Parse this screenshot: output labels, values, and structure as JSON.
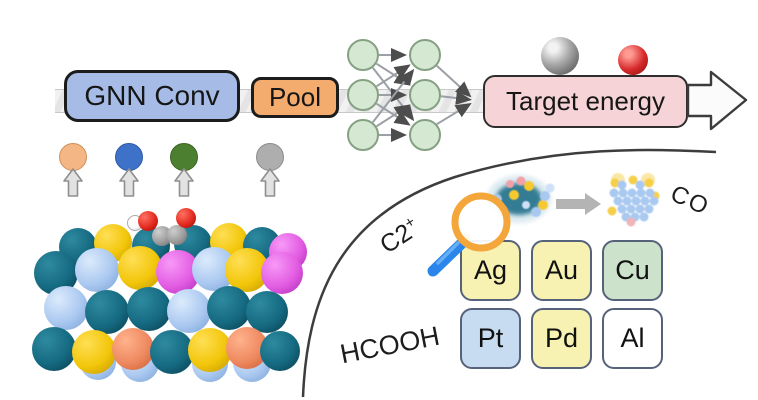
{
  "figure": {
    "pipeline": {
      "gnn_conv_label": "GNN Conv",
      "pool_label": "Pool",
      "target_energy_label": "Target energy"
    },
    "annotations": {
      "c2_base": "C2",
      "c2_sup": "+",
      "co": "CO",
      "hcooh": "HCOOH"
    },
    "element_grid": [
      [
        {
          "symbol": "Ag",
          "fill": "#f7f1b2"
        },
        {
          "symbol": "Au",
          "fill": "#f7f1b2"
        },
        {
          "symbol": "Cu",
          "fill": "#cde2ca"
        }
      ],
      [
        {
          "symbol": "Pt",
          "fill": "#c7dcf1"
        },
        {
          "symbol": "Pd",
          "fill": "#f7f1b2"
        },
        {
          "symbol": "Al",
          "fill": "#ffffff"
        }
      ]
    ],
    "graph_input_nodes": [
      {
        "name": "orange-node",
        "color": "#f5b685",
        "border": "#cd9158"
      },
      {
        "name": "blue-node",
        "color": "#3e72c9",
        "border": "#2d5ba8"
      },
      {
        "name": "green-node",
        "color": "#4c7f2f",
        "border": "#3a6424"
      },
      {
        "name": "gray-node",
        "color": "#aeaeae",
        "border": "#8c8c8c"
      }
    ],
    "slab": {
      "palette": {
        "teal": [
          "#2e8aa0",
          "#156a81",
          "#093f50"
        ],
        "lightblue": [
          "#dcebfc",
          "#aac8f0",
          "#7da4d8"
        ],
        "yellow": [
          "#ffdf55",
          "#f2c60a",
          "#c39a00"
        ],
        "magenta": [
          "#f899f8",
          "#e25ce2",
          "#b12eba"
        ],
        "orange": [
          "#ffb28c",
          "#ee8960",
          "#cf5f38"
        ],
        "gray": [
          "#cfcfcf",
          "#9c9c9c",
          "#6c6c6c"
        ],
        "red": [
          "#ff7163",
          "#e32a1f",
          "#a00e05"
        ],
        "white": [
          "#ffffff",
          "#fbfbfb",
          "#d8d8d8"
        ]
      },
      "atoms": [
        [
          "teal",
          78,
          247,
          19
        ],
        [
          "yellow",
          113,
          243,
          19
        ],
        [
          "teal",
          151,
          246,
          19
        ],
        [
          "teal",
          193,
          244,
          19
        ],
        [
          "yellow",
          229,
          242,
          19
        ],
        [
          "teal",
          262,
          246,
          19
        ],
        [
          "magenta",
          288,
          252,
          19
        ],
        [
          "teal",
          56,
          273,
          22
        ],
        [
          "lightblue",
          97,
          270,
          22
        ],
        [
          "yellow",
          140,
          268,
          22
        ],
        [
          "magenta",
          178,
          272,
          22
        ],
        [
          "lightblue",
          214,
          269,
          22
        ],
        [
          "yellow",
          247,
          270,
          22
        ],
        [
          "magenta",
          282,
          273,
          21
        ],
        [
          "lightblue",
          66,
          308,
          22
        ],
        [
          "teal",
          107,
          312,
          22
        ],
        [
          "teal",
          149,
          309,
          22
        ],
        [
          "lightblue",
          189,
          311,
          22
        ],
        [
          "teal",
          229,
          308,
          22
        ],
        [
          "teal",
          267,
          312,
          21
        ],
        [
          "lightblue",
          98,
          362,
          18
        ],
        [
          "lightblue",
          140,
          363,
          19
        ],
        [
          "lightblue",
          210,
          364,
          18
        ],
        [
          "lightblue",
          252,
          363,
          19
        ],
        [
          "teal",
          54,
          349,
          22
        ],
        [
          "yellow",
          94,
          352,
          22
        ],
        [
          "orange",
          133,
          349,
          21
        ],
        [
          "teal",
          172,
          352,
          22
        ],
        [
          "yellow",
          210,
          350,
          22
        ],
        [
          "orange",
          247,
          348,
          21
        ],
        [
          "teal",
          280,
          351,
          20
        ],
        [
          "white",
          134,
          222,
          7
        ],
        [
          "red",
          148,
          221,
          10
        ],
        [
          "gray",
          162,
          236,
          10
        ],
        [
          "gray",
          177,
          235,
          10
        ],
        [
          "red",
          186,
          218,
          10
        ]
      ]
    }
  }
}
